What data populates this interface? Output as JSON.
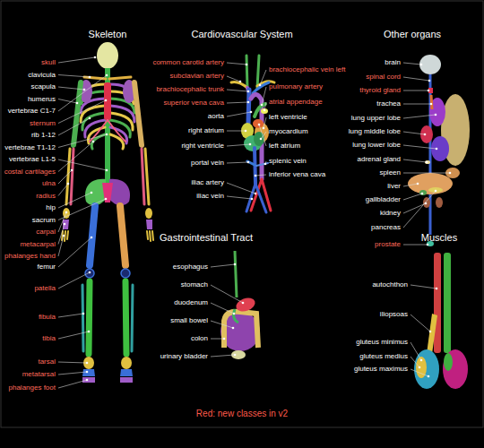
{
  "diagram": {
    "caption": "Red: new classes in v2",
    "labels": [
      "Skeleton",
      "skull",
      "clavicula",
      "scapula",
      "humerus",
      "vertebrae C1-7",
      "sternum",
      "rib 1-12",
      "vertebrae T1-12",
      "vertebrae L1-5",
      "costal cartilages",
      "ulna",
      "radius",
      "hip",
      "sacrum",
      "carpal",
      "metacarpal",
      "phalanges hand",
      "femur",
      "patella",
      "fibula",
      "tibia",
      "tarsal",
      "metatarsal",
      "phalanges foot",
      "Cardiovascular System",
      "common carotid artery",
      "subclavian artery",
      "brachiocephalic trunk",
      "superior vena cava",
      "aorta",
      "right atrium",
      "right ventricle",
      "portal vein",
      "iliac artery",
      "iliac vein",
      "brachiocephalic vein left",
      "pulmonary artery",
      "atrial appendage",
      "left ventricle",
      "myocardium",
      "left atrium",
      "splenic vein",
      "inferior vena cava",
      "Other organs",
      "brain",
      "spinal cord",
      "thyroid gland",
      "trachea",
      "lung upper lobe",
      "lung middle lobe",
      "lung lower lobe",
      "adrenal gland",
      "spleen",
      "liver",
      "gallbladder",
      "kidney",
      "pancreas",
      "prostate",
      "Gastrointestinal Tract",
      "esophagus",
      "stomach",
      "duodenum",
      "small bowel",
      "colon",
      "urinary bladder",
      "Muscles",
      "autochthon",
      "iliopsoas",
      "gluteus minimus",
      "gluteus medius",
      "gluteus maximus"
    ]
  }
}
